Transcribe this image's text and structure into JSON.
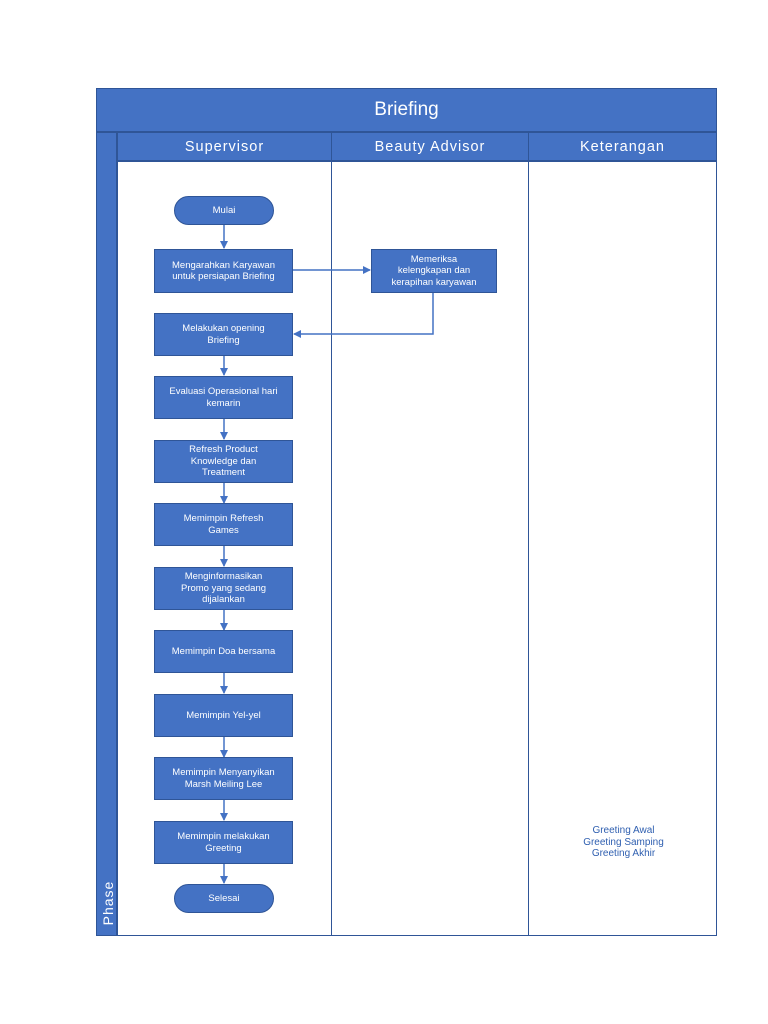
{
  "diagram": {
    "title": "Briefing",
    "phase_label": "Phase",
    "lanes": [
      "Supervisor",
      "Beauty Advisor",
      "Keterangan"
    ],
    "nodes": {
      "start": "Mulai",
      "s1": "Mengarahkan Karyawan\nuntuk persiapan Briefing",
      "b1": "Memeriksa\nkelengkapan dan\nkerapihan karyawan",
      "s2": "Melakukan opening\nBriefing",
      "s3": "Evaluasi Operasional hari\nkemarin",
      "s4": "Refresh Product\nKnowledge dan\nTreatment",
      "s5": "Memimpin Refresh\nGames",
      "s6": "Menginformasikan\nPromo yang sedang\ndijalankan",
      "s7": "Memimpin Doa bersama",
      "s8": "Memimpin Yel-yel",
      "s9": "Memimpin Menyanyikan\nMarsh Meiling Lee",
      "s10": "Memimpin melakukan\nGreeting",
      "end": "Selesai"
    },
    "keterangan_note": "Greeting Awal\nGreeting Samping\nGreeting Akhir",
    "colors": {
      "fill": "#4472c4",
      "stroke": "#2f5597",
      "text": "#ffffff",
      "note_text": "#2f5fb0"
    }
  }
}
